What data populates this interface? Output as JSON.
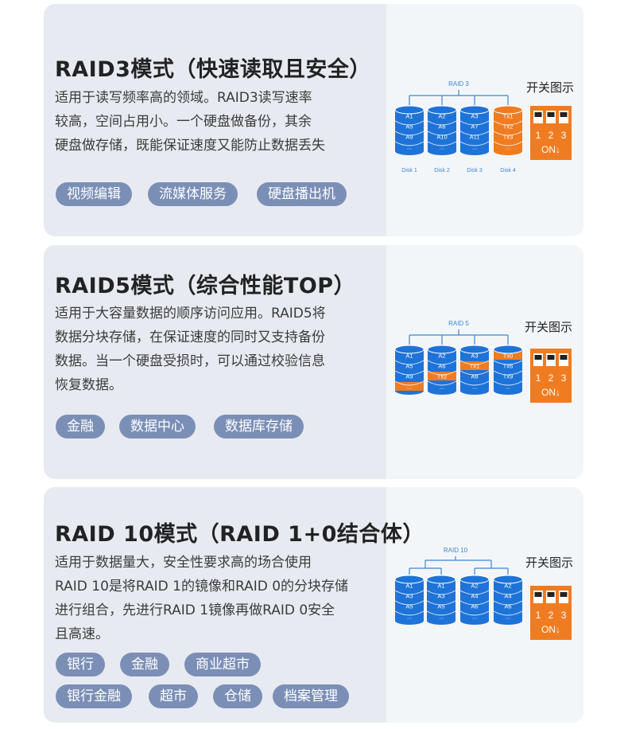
{
  "colors": {
    "card_bg": "#e7ebf1",
    "card_right_bg": "#f3f6f9",
    "tag_bg": "#7b8fb6",
    "disk_blue": "#1e73d8",
    "disk_orange": "#f07c22",
    "switch_orange": "#f07c22",
    "connector_blue": "#3a86d8"
  },
  "sections": [
    {
      "title": "RAID3模式（快速读取且安全）",
      "description": [
        "适用于读写频率高的领域。RAID3读写速率",
        "较高，空间占用小。一个硬盘做备份，其余",
        "硬盘做存储，既能保证速度又能防止数据丢失"
      ],
      "tags": [
        "视频编辑",
        "流媒体服务",
        "硬盘播出机"
      ],
      "switch_label": "开关图示",
      "switch": {
        "numbers": [
          "1",
          "2",
          "3"
        ],
        "on_label": "ON↓"
      },
      "diagram": {
        "label": "RAID 3",
        "disks": [
          {
            "cells": [
              "A1",
              "A5",
              "A9",
              "..."
            ],
            "orange": [
              false,
              false,
              false,
              false
            ],
            "body": "blue",
            "name": "Disk 1"
          },
          {
            "cells": [
              "A2",
              "A6",
              "A10",
              "..."
            ],
            "orange": [
              false,
              false,
              false,
              false
            ],
            "body": "blue",
            "name": "Disk 2"
          },
          {
            "cells": [
              "A3",
              "A7",
              "A11",
              "..."
            ],
            "orange": [
              false,
              false,
              false,
              false
            ],
            "body": "blue",
            "name": "Disk 3"
          },
          {
            "cells": [
              "Tx1",
              "Tx2",
              "Tx3",
              "..."
            ],
            "orange": [
              true,
              true,
              true,
              true
            ],
            "body": "orange",
            "name": "Disk 4"
          }
        ]
      }
    },
    {
      "title": "RAID5模式（综合性能TOP）",
      "description": [
        "适用于大容量数据的顺序访问应用。RAID5将",
        "数据分块存储，在保证速度的同时又支持备份",
        "数据。当一个硬盘受损时，可以通过校验信息",
        "恢复数据。"
      ],
      "tags": [
        "金融",
        "数据中心",
        "数据库存储"
      ],
      "switch_label": "开关图示",
      "switch": {
        "numbers": [
          "1",
          "2",
          "3"
        ],
        "on_label": "ON↓"
      },
      "diagram": {
        "label": "RAID 5",
        "disks": [
          {
            "cells": [
              "A1",
              "A5",
              "A9",
              "..."
            ],
            "orange": [
              false,
              false,
              false,
              true
            ],
            "body": "blue",
            "name": ""
          },
          {
            "cells": [
              "A2",
              "A6",
              "Tx2",
              "..."
            ],
            "orange": [
              false,
              false,
              true,
              false
            ],
            "body": "blue",
            "name": ""
          },
          {
            "cells": [
              "A3",
              "Tx1",
              "A8",
              "..."
            ],
            "orange": [
              false,
              true,
              false,
              false
            ],
            "body": "blue",
            "name": ""
          },
          {
            "cells": [
              "Tx0",
              "Tx6",
              "Tx9",
              "..."
            ],
            "orange": [
              true,
              false,
              false,
              false
            ],
            "body": "blue",
            "name": ""
          }
        ]
      }
    },
    {
      "title": "RAID 10模式（RAID 1+0结合体）",
      "description": [
        "适用于数据量大，安全性要求高的场合使用",
        "RAID 10是将RAID 1的镜像和RAID 0的分块存储",
        "进行组合，先进行RAID 1镜像再做RAID 0安全",
        "且高速。"
      ],
      "tags": [
        "银行",
        "金融",
        "商业超市",
        "银行金融",
        "超市",
        "仓储",
        "档案管理"
      ],
      "switch_label": "开关图示",
      "switch": {
        "numbers": [
          "1",
          "2",
          "3"
        ],
        "on_label": "ON↓"
      },
      "diagram": {
        "label": "RAID 10",
        "disks": [
          {
            "cells": [
              "A1",
              "A3",
              "A5",
              "..."
            ],
            "orange": [
              false,
              false,
              false,
              false
            ],
            "body": "blue",
            "name": ""
          },
          {
            "cells": [
              "A1",
              "A3",
              "A5",
              "..."
            ],
            "orange": [
              false,
              false,
              false,
              false
            ],
            "body": "blue",
            "name": ""
          },
          {
            "cells": [
              "A2",
              "A4",
              "A6",
              "..."
            ],
            "orange": [
              false,
              false,
              false,
              false
            ],
            "body": "blue",
            "name": ""
          },
          {
            "cells": [
              "A2",
              "A4",
              "A6",
              "..."
            ],
            "orange": [
              false,
              false,
              false,
              false
            ],
            "body": "blue",
            "name": ""
          }
        ]
      }
    }
  ]
}
